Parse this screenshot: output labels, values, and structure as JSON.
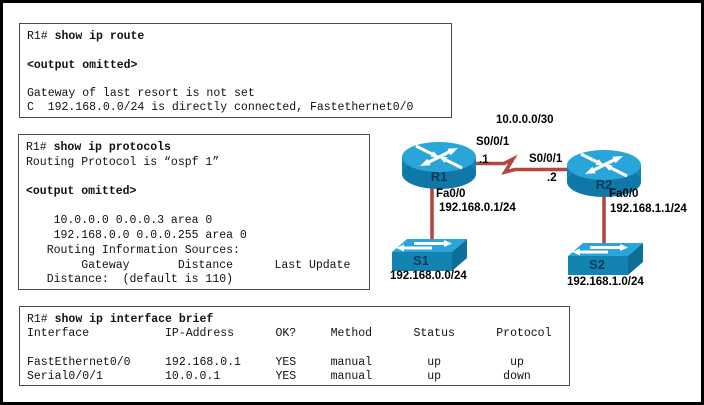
{
  "term_route": {
    "prompt": "R1# ",
    "command": "show ip route",
    "omitted": "<output omitted>",
    "body1": "Gateway of last resort is not set",
    "body2": "C  192.168.0.0/24 is directly connected, Fastethernet0/0"
  },
  "term_protocols": {
    "prompt": "R1# ",
    "command": "show ip protocols",
    "line2": "Routing Protocol is “ospf 1”",
    "omitted": "<output omitted>",
    "net1": "    10.0.0.0 0.0.0.3 area 0",
    "net2": "    192.168.0.0 0.0.0.255 area 0",
    "sources": "   Routing Information Sources:",
    "sources_header": "        Gateway       Distance      Last Update",
    "distance": "   Distance:  (default is 110)"
  },
  "term_brief": {
    "prompt": "R1# ",
    "command": "show ip interface brief",
    "header": "Interface           IP-Address      OK?     Method      Status      Protocol",
    "row1": "FastEthernet0/0     192.168.0.1     YES     manual        up          up",
    "row2": "Serial0/0/1         10.0.0.1        YES     manual        up         down"
  },
  "topology": {
    "network_label": "10.0.0.0/30",
    "r1": {
      "name": "R1",
      "serial_port": "S0/0/1",
      "serial_host": ".1",
      "fa_port": "Fa0/0",
      "fa_ip": "192.168.0.1/24"
    },
    "r2": {
      "name": "R2",
      "serial_port": "S0/0/1",
      "serial_host": ".2",
      "fa_port": "Fa0/0",
      "fa_ip": "192.168.1.1/24"
    },
    "s1": {
      "name": "S1",
      "subnet": "192.168.0.0/24"
    },
    "s2": {
      "name": "S2",
      "subnet": "192.168.1.0/24"
    },
    "colors": {
      "device_top_blue": "#2aa5da",
      "device_body_blue": "#1383b1",
      "device_side_blue": "#0d6e99",
      "link_red": "#b3473e",
      "device_label_navy": "#0a3a5e"
    }
  }
}
